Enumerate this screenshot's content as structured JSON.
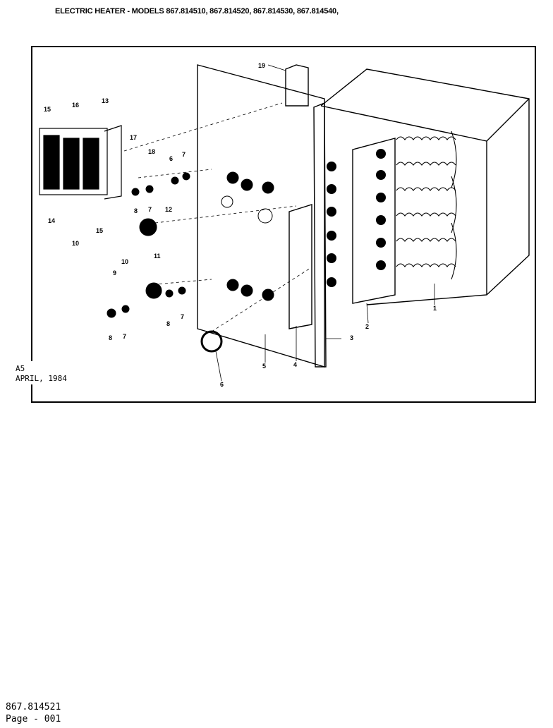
{
  "header": {
    "title": "ELECTRIC HEATER - MODELS 867.814510, 867.814520, 867.814530, 867.814540,"
  },
  "diagram": {
    "callouts": [
      "1",
      "2",
      "3",
      "4",
      "5",
      "6",
      "7",
      "8",
      "9",
      "10",
      "11",
      "12",
      "13",
      "14",
      "15",
      "16",
      "17",
      "18",
      "19"
    ],
    "callout_positions_labels": {
      "c19": "19",
      "c16": "16",
      "c13": "13",
      "c15": "15",
      "c17": "17",
      "c18": "18",
      "c6a": "6",
      "c7a": "7",
      "c8a": "8",
      "c7b": "7",
      "c12": "12",
      "c14": "14",
      "c15b": "15",
      "c10a": "10",
      "c11": "11",
      "c10b": "10",
      "c9": "9",
      "c8b": "8",
      "c7c": "7",
      "c8c": "8",
      "c7d": "7",
      "c6b": "6",
      "c5": "5",
      "c4": "4",
      "c3": "3",
      "c2": "2",
      "c1": "1"
    }
  },
  "side_note": {
    "line1": "A5",
    "line2": "APRIL, 1984"
  },
  "footer": {
    "model": "867.814521",
    "page": "Page - 001"
  }
}
